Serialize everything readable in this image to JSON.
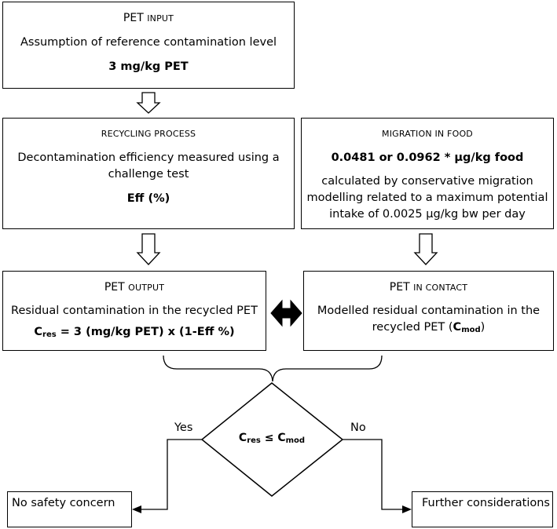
{
  "pet_input": {
    "title_main": "PET",
    "title_small": "INPUT",
    "line1": "Assumption of reference contamination level",
    "value": "3 mg/kg PET"
  },
  "recycling": {
    "title": "RECYCLING PROCESS",
    "line1": "Decontamination efficiency measured using a",
    "line2": "challenge test",
    "value": "Eff (%)"
  },
  "migration": {
    "title": "MIGRATION IN FOOD",
    "value": "0.0481 or 0.0962 * µg/kg food",
    "line1": "calculated by conservative migration",
    "line2": "modelling related to a maximum potential",
    "line3": "intake of 0.0025 µg/kg bw per day"
  },
  "pet_output": {
    "title_main": "PET",
    "title_small": "OUTPUT",
    "line1": "Residual contamination in the recycled PET",
    "formula_c": "C",
    "formula_sub": "res",
    "formula_rest": " = 3 (mg/kg PET) x (1-Eff %)"
  },
  "pet_contact": {
    "title_main": "PET",
    "title_small": "IN CONTACT",
    "line1": "Modelled residual contamination in the",
    "line2_pre": "recycled PET (",
    "line2_c": "C",
    "line2_sub": "mod",
    "line2_post": ")"
  },
  "decision": {
    "c1": "C",
    "sub1": "res",
    "op": " ≤ ",
    "c2": "C",
    "sub2": "mod",
    "yes_label": "Yes",
    "no_label": "No"
  },
  "outcomes": {
    "no_concern": "No safety concern",
    "further": "Further considerations"
  }
}
